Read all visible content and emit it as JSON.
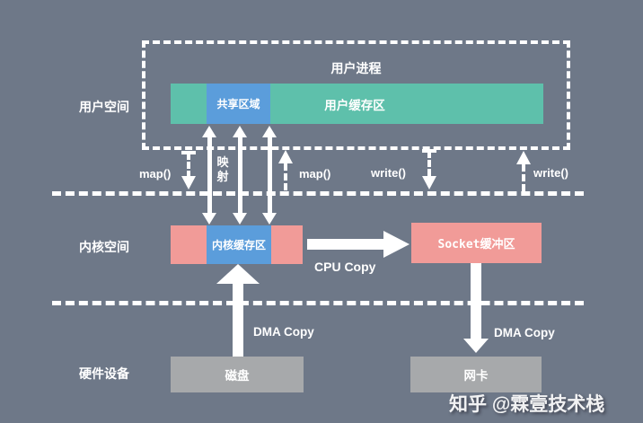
{
  "colors": {
    "background": "#6e7888",
    "user_buffer_teal": "#5ec0ab",
    "shared_blue": "#5b9ddb",
    "buffer_pink": "#f19b98",
    "hardware_gray": "#a7a9ab",
    "line_white": "#ffffff"
  },
  "layers": {
    "user_space": {
      "label": "用户空间",
      "process_title": "用户进程",
      "shared_region": "共享区域",
      "user_buffer": "用户缓存区"
    },
    "transitions": {
      "map_left": "map()",
      "mapping": "映射",
      "map_right": "map()",
      "write_left": "write()",
      "write_right": "write()"
    },
    "kernel_space": {
      "label": "内核空间",
      "kernel_buffer": "内核缓存区",
      "socket_buffer": "Socket缓冲区",
      "cpu_copy": "CPU Copy"
    },
    "hardware": {
      "label": "硬件设备",
      "dma_copy_left": "DMA Copy",
      "dma_copy_right": "DMA Copy",
      "disk": "磁盘",
      "nic": "网卡"
    }
  },
  "watermark": "知乎 @霖壹技术栈"
}
